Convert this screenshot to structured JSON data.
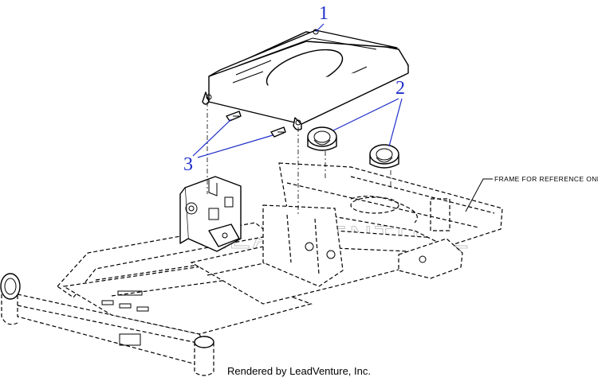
{
  "callouts": [
    {
      "label": "1"
    },
    {
      "label": "2"
    },
    {
      "label": "3"
    }
  ],
  "note_text": "FRAME FOR REFERENCE ONLY",
  "watermark_text": "LEADVENTURE",
  "footer_text": "Rendered by LeadVenture, Inc.",
  "colors": {
    "callout": "#1f2fc9",
    "line": "#000000",
    "watermark": "#b8b8b8"
  }
}
